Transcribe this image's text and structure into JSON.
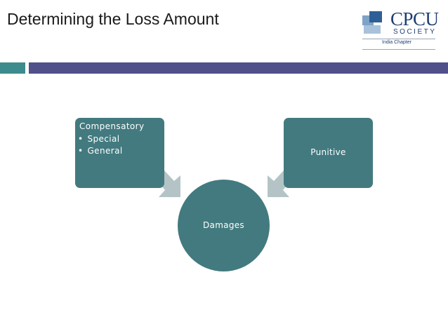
{
  "slide": {
    "title": "Determining the Loss Amount"
  },
  "logo": {
    "main": "CPCU",
    "sub": "SOCIETY",
    "chapter": "India Chapter"
  },
  "diagram": {
    "compensatory": {
      "heading": "Compensatory",
      "items": [
        "Special",
        "General"
      ]
    },
    "punitive": "Punitive",
    "center": "Damages"
  },
  "colors": {
    "node_fill": "#427a7f",
    "arrow_fill": "#b4c4c6",
    "accent_bar_teal": "#3d8b8c",
    "accent_bar_blue": "#50508a",
    "logo_blue": "#1e3f73"
  }
}
